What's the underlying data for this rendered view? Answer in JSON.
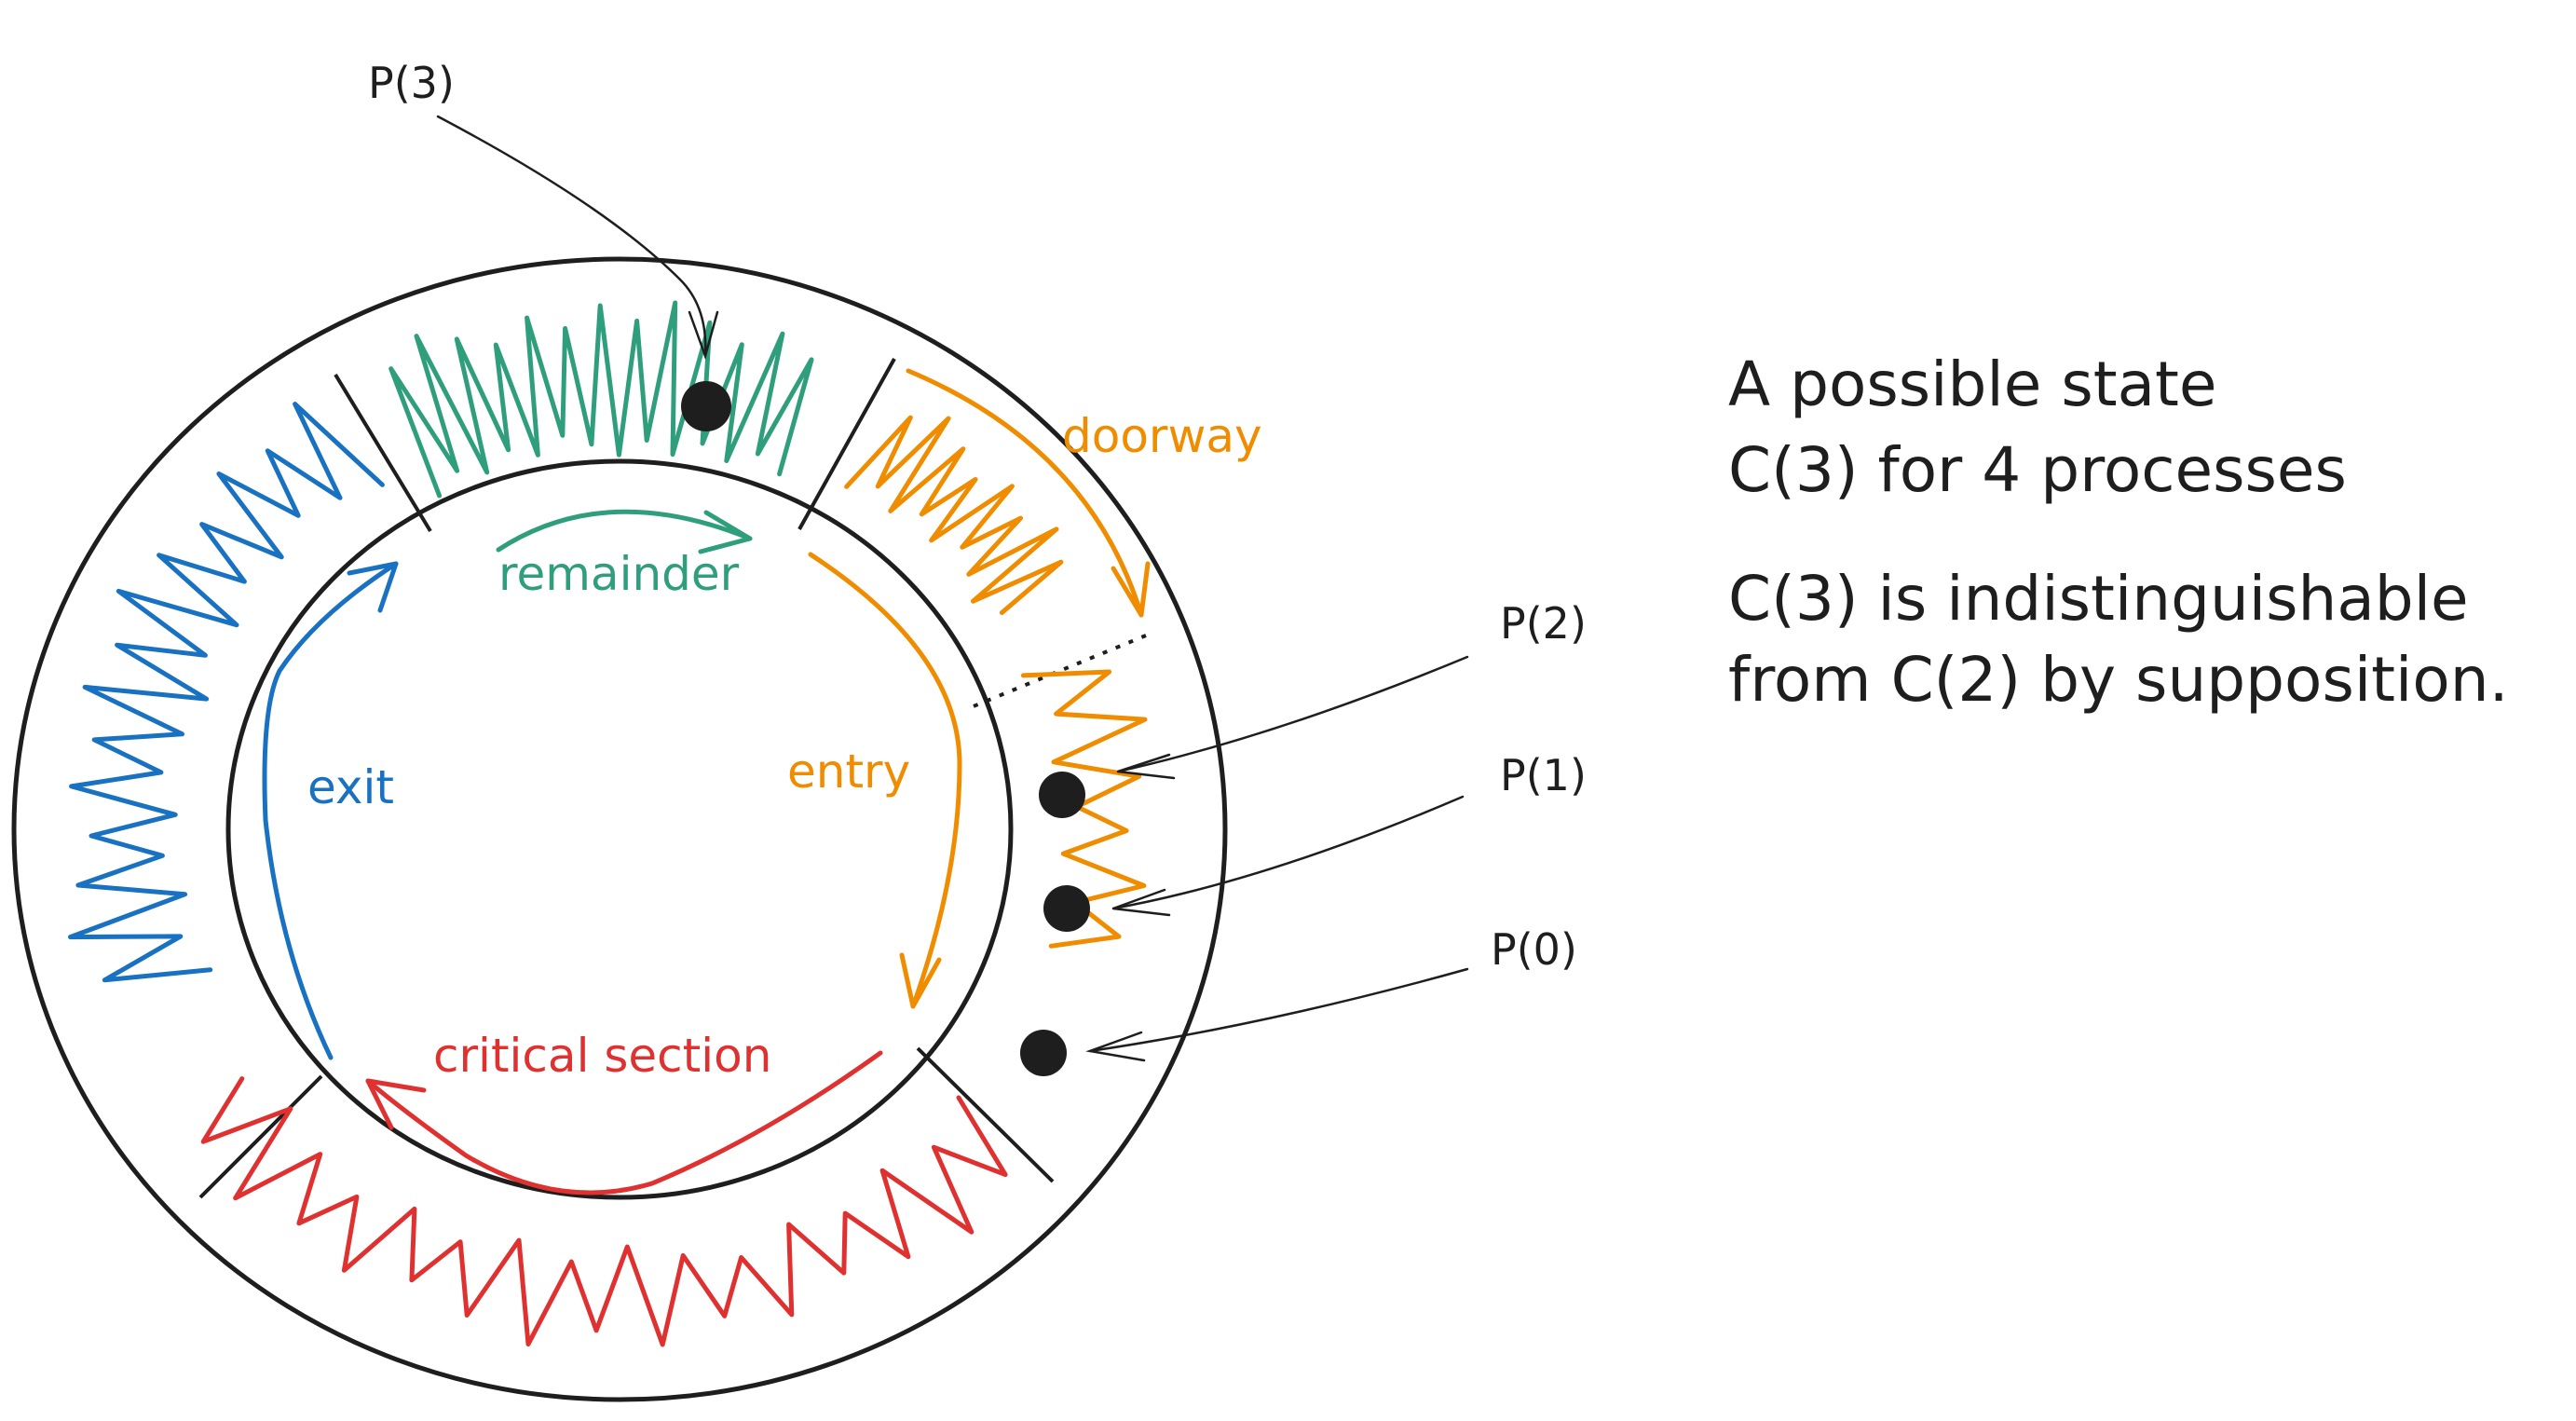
{
  "colors": {
    "ink": "#1e1e1e",
    "remainder": "#2f9e7c",
    "doorway_entry": "#f08c00",
    "critical_section": "#e03131",
    "exit": "#1971c2"
  },
  "regions": {
    "remainder": "remainder",
    "doorway": "doorway",
    "entry": "entry",
    "critical_section": "critical section",
    "exit": "exit"
  },
  "processes": {
    "p3": "P(3)",
    "p2": "P(2)",
    "p1": "P(1)",
    "p0": "P(0)"
  },
  "notes": {
    "line1": "A possible state",
    "line2": "C(3) for 4 processes",
    "line3": "C(3) is indistinguishable",
    "line4": "from C(2) by supposition."
  }
}
